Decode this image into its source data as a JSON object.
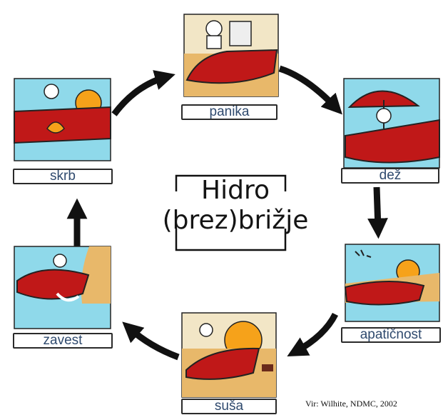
{
  "center": {
    "line1": "Hidro",
    "line2": "(brez)brižje"
  },
  "stages": [
    {
      "id": "panika",
      "label": "panika"
    },
    {
      "id": "dez",
      "label": "dež"
    },
    {
      "id": "apaticnost",
      "label": "apatičnost"
    },
    {
      "id": "susa",
      "label": "suša"
    },
    {
      "id": "zavest",
      "label": "zavest"
    },
    {
      "id": "skrb",
      "label": "skrb"
    }
  ],
  "credit": "Vir: Wilhite, NDMC, 2002",
  "colors": {
    "boat": "#c01818",
    "sky": "#8fd9ea",
    "sand": "#e8b86a",
    "sun": "#f6a21a",
    "text_blue": "#2f4a6e"
  }
}
